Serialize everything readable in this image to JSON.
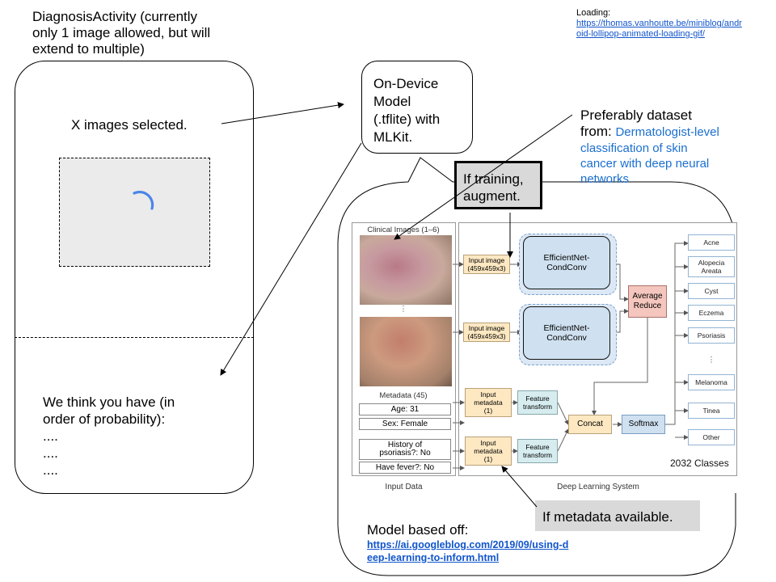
{
  "title_note": {
    "line1": "DiagnosisActivity (currently",
    "line2": "only 1 image allowed, but will",
    "line3": "extend to multiple)"
  },
  "loading_note": {
    "label": "Loading:",
    "url_line1": "https://thomas.vanhoutte.be/miniblog/andr",
    "url_line2": "oid-lollipop-animated-loading-gif/"
  },
  "phone": {
    "images_selected": "X images selected.",
    "result_line1": "We think you have (in",
    "result_line2": "order of probability):",
    "dots": [
      "....",
      "....",
      "...."
    ]
  },
  "model_bubble": {
    "line1": "On-Device",
    "line2": "Model",
    "line3": "(.tflite) with",
    "line4": "MLKit."
  },
  "dataset_note": {
    "line1": "Preferably dataset",
    "line2_prefix": "from:",
    "line2_link": "Dermatologist-level",
    "link_line2": "classification of skin",
    "link_line3": "cancer with deep neural",
    "link_line4": "networks"
  },
  "training_box": {
    "line1": "If training,",
    "line2": "augment."
  },
  "metadata_box": {
    "text": "If metadata available."
  },
  "model_based": {
    "label": "Model based off:",
    "url_line1": "https://ai.googleblog.com/2019/09/using-d",
    "url_line2": "eep-learning-to-inform.html"
  },
  "figure": {
    "clinical_images": "Clinical Images (1–6)",
    "ellipsis": "⋮",
    "metadata_title": "Metadata (45)",
    "meta_fields": [
      "Age: 31",
      "Sex: Female",
      "History of psoriasis?: No",
      "Have fever?: No"
    ],
    "input_image": "Input image (459x459x3)",
    "input_metadata": "Input metadata (1)",
    "feature_transform": "Feature transform",
    "efficientnet": "EfficientNet-CondConv",
    "average_reduce": "Average Reduce",
    "concat": "Concat",
    "softmax": "Softmax",
    "outputs": [
      "Acne",
      "Alopecia Areata",
      "Cyst",
      "Eczema",
      "Psoriasis",
      "Melanoma",
      "Tinea",
      "Other"
    ],
    "classes": "2032 Classes",
    "input_data": "Input Data",
    "deep_learning": "Deep Learning System"
  }
}
